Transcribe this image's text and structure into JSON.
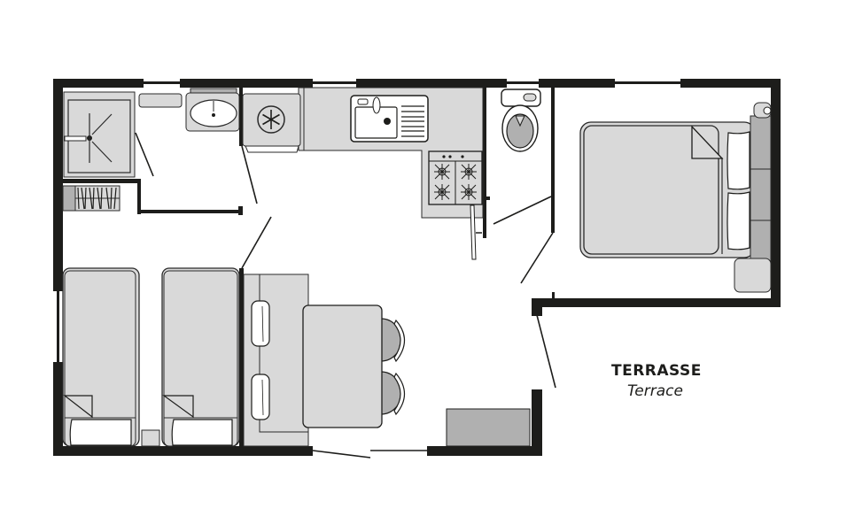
{
  "plan": {
    "title": "Mobile home floor plan",
    "colors": {
      "wall": "#1d1d1b",
      "furniture": "#d9d9d9",
      "furniture_dark": "#b0b0b0",
      "line": "#2a2a2a",
      "background": "#ffffff"
    },
    "rooms": [
      {
        "id": "bathroom",
        "fixtures": [
          "shower",
          "wash-basin",
          "towel-rail",
          "shelf"
        ]
      },
      {
        "id": "kitchen",
        "fixtures": [
          "fridge",
          "sink",
          "gas-hob",
          "worktop"
        ]
      },
      {
        "id": "wc",
        "fixtures": [
          "toilet"
        ]
      },
      {
        "id": "master-bedroom",
        "fixtures": [
          "double-bed",
          "pillows",
          "headboard",
          "bedside-table"
        ]
      },
      {
        "id": "twin-bedroom",
        "fixtures": [
          "single-bed",
          "single-bed",
          "bedside-table",
          "wardrobe"
        ]
      },
      {
        "id": "living-dining",
        "fixtures": [
          "bench-seat",
          "cushions",
          "table",
          "chairs",
          "sideboard"
        ]
      }
    ],
    "outdoor": {
      "label": "TERRASSE",
      "label_translation": "Terrace"
    }
  }
}
